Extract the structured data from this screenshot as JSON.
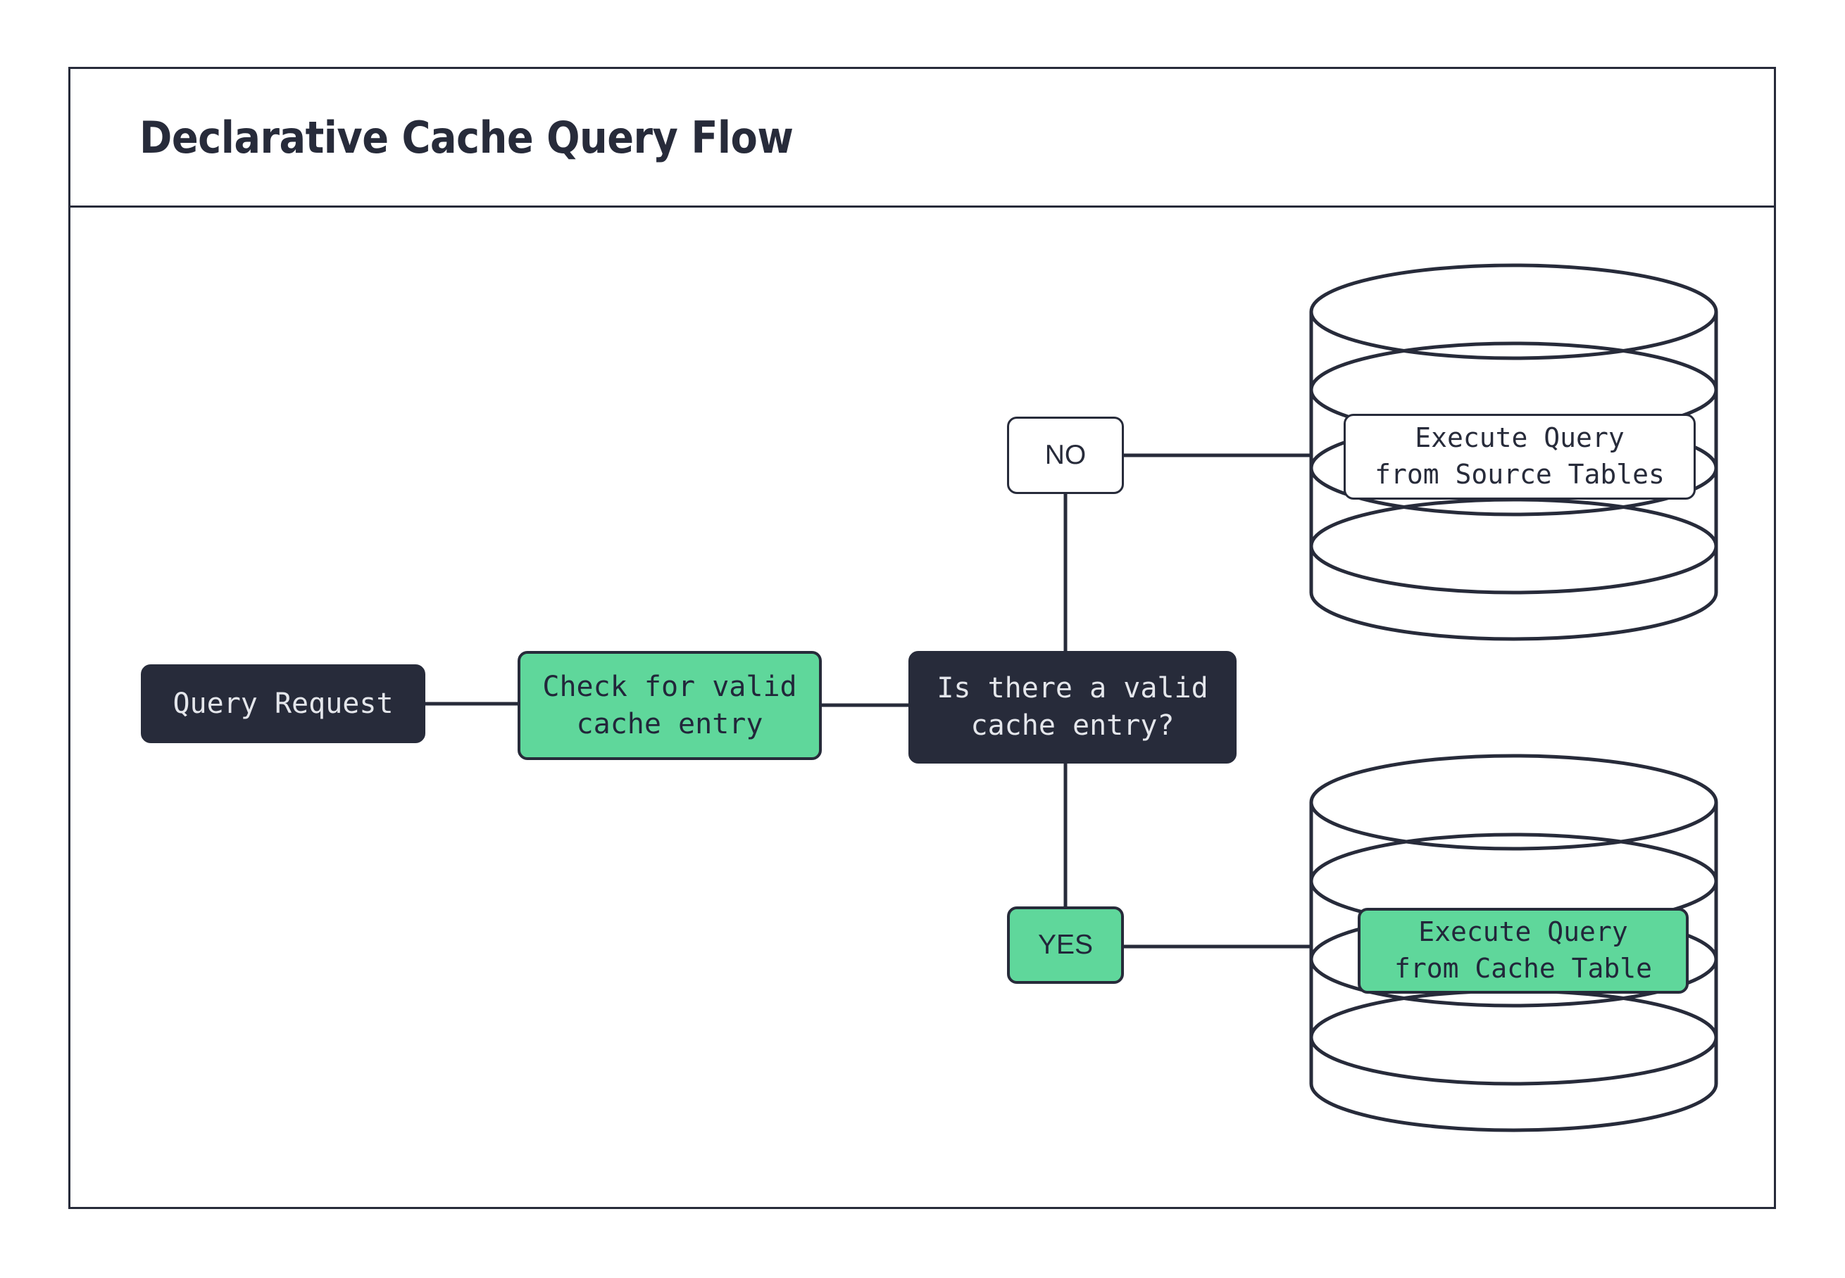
{
  "frame": {
    "title": "Declarative Cache Query Flow"
  },
  "colors": {
    "ink": "#272B3A",
    "green": "#5FD79B",
    "white": "#FFFFFF",
    "light_text": "#E4E6EB"
  },
  "nodes": {
    "query_request": {
      "label": "Query Request",
      "style": "dark"
    },
    "check_cache": {
      "label": "Check for valid\ncache entry",
      "style": "green"
    },
    "decision": {
      "label": "Is there a valid\ncache entry?",
      "style": "dark"
    },
    "label_no": {
      "label": "NO",
      "style": "white"
    },
    "label_yes": {
      "label": "YES",
      "style": "green"
    },
    "source_tables": {
      "label": "Execute Query\nfrom Source Tables",
      "style": "white",
      "container": "database-cylinder"
    },
    "cache_table": {
      "label": "Execute Query\nfrom Cache Table",
      "style": "green",
      "container": "database-cylinder"
    }
  },
  "edges": [
    {
      "from": "query_request",
      "to": "check_cache",
      "label": ""
    },
    {
      "from": "check_cache",
      "to": "decision",
      "label": ""
    },
    {
      "from": "decision",
      "to": "label_no",
      "label": "NO"
    },
    {
      "from": "label_no",
      "to": "source_tables",
      "label": ""
    },
    {
      "from": "decision",
      "to": "label_yes",
      "label": "YES"
    },
    {
      "from": "label_yes",
      "to": "cache_table",
      "label": ""
    }
  ],
  "icons": {
    "top_cylinder": "database-cylinder-icon",
    "bottom_cylinder": "database-cylinder-icon"
  }
}
